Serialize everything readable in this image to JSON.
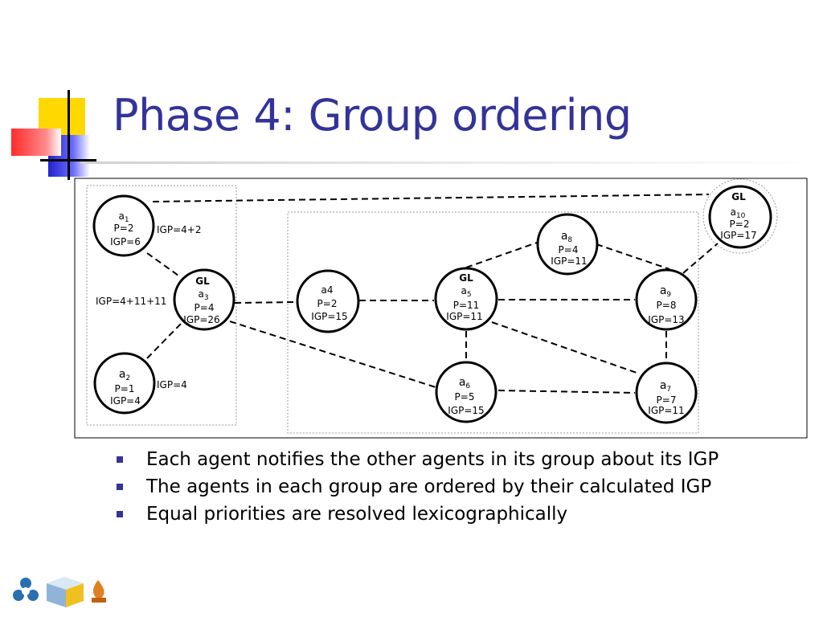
{
  "slide": {
    "title": "Phase 4: Group ordering",
    "bullets": [
      "Each agent notifies the other agents in its group about its IGP",
      "The agents in each group are ordered by their calculated IGP",
      "Equal priorities are resolved lexicographically"
    ]
  },
  "diagram": {
    "group_leader_label": "GL",
    "nodes": {
      "a1": {
        "name": "a",
        "sub": "1",
        "p": "P=2",
        "igp": "IGP=6"
      },
      "a2": {
        "name": "a",
        "sub": "2",
        "p": "P=1",
        "igp": "IGP=4"
      },
      "a3": {
        "name": "a",
        "sub": "3",
        "p": "P=4",
        "igp": "IGP=26"
      },
      "a4": {
        "name": "a4",
        "p": "P=2",
        "igp": "IGP=15"
      },
      "a5": {
        "name": "a",
        "sub": "5",
        "p": "P=11",
        "igp": "IGP=11"
      },
      "a6": {
        "name": "a",
        "sub": "6",
        "p": "P=5",
        "igp": "IGP=15"
      },
      "a7": {
        "name": "a",
        "sub": "7",
        "p": "P=7",
        "igp": "IGP=11"
      },
      "a8": {
        "name": "a",
        "sub": "8",
        "p": "P=4",
        "igp": "IGP=11"
      },
      "a9": {
        "name": "a",
        "sub": "9",
        "p": "P=8",
        "igp": "IGP=13"
      },
      "a10": {
        "name": "a",
        "sub": "10",
        "p": "P=2",
        "igp": "IGP=17"
      }
    },
    "annotations": {
      "a1_igp_sum": "IGP=4+2",
      "a3_igp_sum": "IGP=4+11+11",
      "a2_igp_sum": "IGP=4"
    },
    "edges": [
      [
        "a1",
        "a10"
      ],
      [
        "a1",
        "a3"
      ],
      [
        "a2",
        "a3"
      ],
      [
        "a3",
        "a4"
      ],
      [
        "a3",
        "a6"
      ],
      [
        "a4",
        "a5"
      ],
      [
        "a5",
        "a8"
      ],
      [
        "a5",
        "a9"
      ],
      [
        "a5",
        "a6"
      ],
      [
        "a5",
        "a7"
      ],
      [
        "a8",
        "a9"
      ],
      [
        "a9",
        "a10"
      ],
      [
        "a9",
        "a7"
      ],
      [
        "a6",
        "a7"
      ]
    ]
  }
}
